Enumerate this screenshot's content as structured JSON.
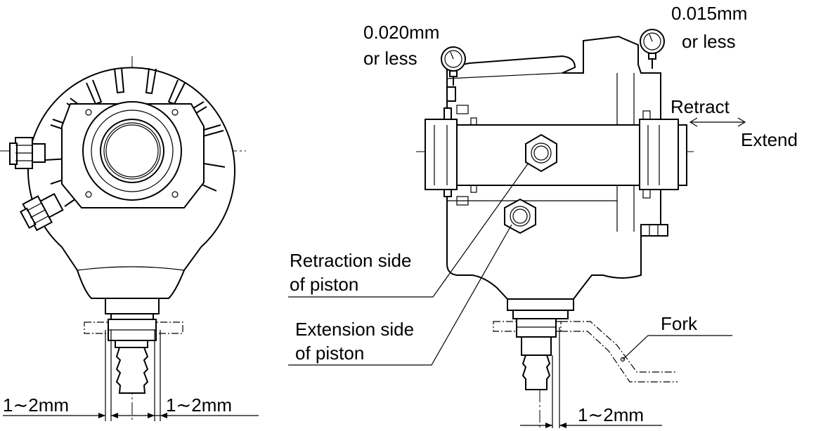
{
  "labels": {
    "gauge_left_value": "0.020mm",
    "gauge_left_note": "or less",
    "gauge_right_value": "0.015mm",
    "gauge_right_note": "or less",
    "retract": "Retract",
    "extend": "Extend",
    "retraction_side_l1": "Retraction side",
    "retraction_side_l2": "of piston",
    "extension_side_l1": "Extension side",
    "extension_side_l2": "of piston",
    "fork": "Fork",
    "clearance_left_a": "1∼2mm",
    "clearance_left_b": "1∼2mm",
    "clearance_right": "1∼2mm"
  }
}
